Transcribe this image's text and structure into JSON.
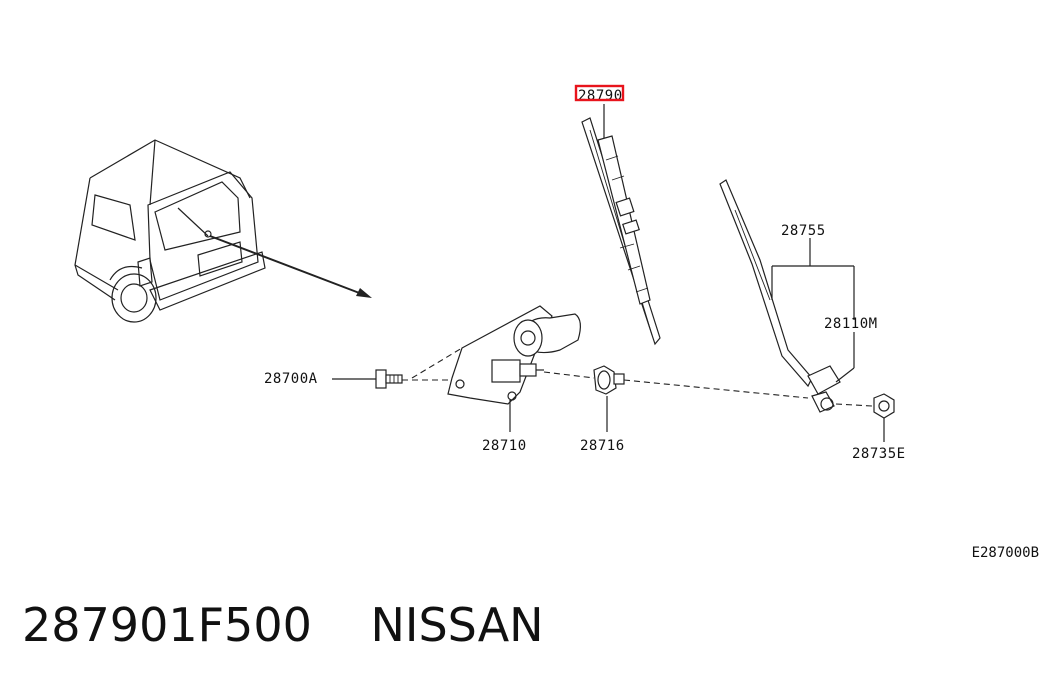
{
  "diagram": {
    "part_labels": {
      "blade": "28790",
      "arm_assembly": "28755",
      "arm": "28110M",
      "bolt": "28700A",
      "motor": "28710",
      "grommet": "28716",
      "nut": "28735E"
    },
    "highlighted_part": "blade",
    "highlight_color": "#e8141c",
    "diagram_code": "E287000B"
  },
  "footer": {
    "part_number": "287901F500",
    "brand": "NISSAN"
  }
}
